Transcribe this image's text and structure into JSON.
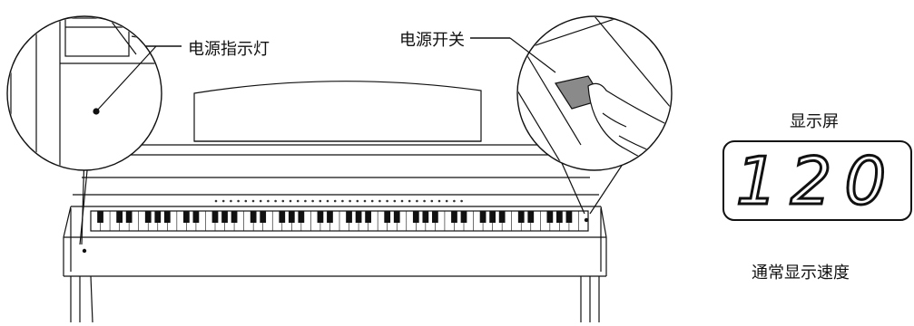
{
  "labels": {
    "power_indicator": "电源指示灯",
    "power_switch": "电源开关",
    "display": "显示屏",
    "display_caption": "通常显示速度"
  },
  "display": {
    "value": "120"
  },
  "icons": [
    "piano-illustration",
    "finger-pressing-icon",
    "power-led-icon"
  ]
}
